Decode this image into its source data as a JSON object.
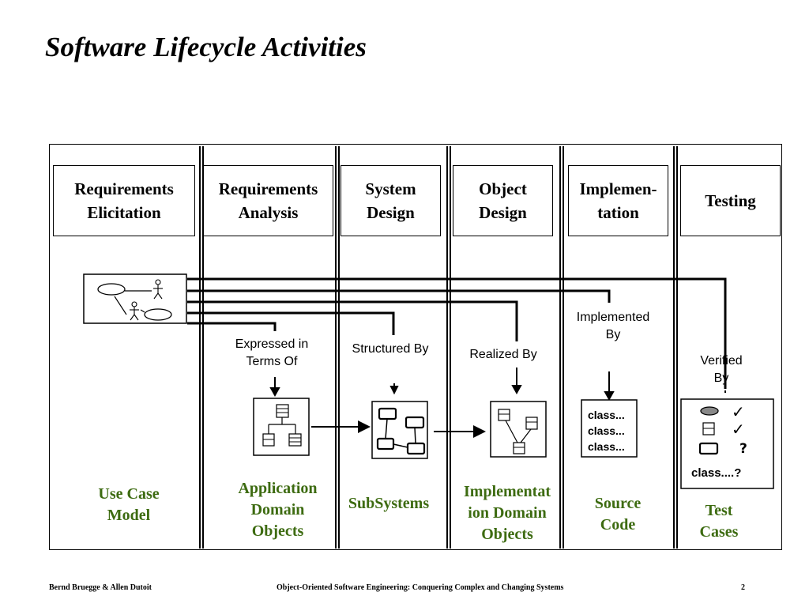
{
  "title": "Software Lifecycle Activities",
  "phases": [
    {
      "label_line1": "Requirements",
      "label_line2": "Elicitation"
    },
    {
      "label_line1": "Requirements",
      "label_line2": "Analysis"
    },
    {
      "label_line1": "System",
      "label_line2": "Design"
    },
    {
      "label_line1": "Object",
      "label_line2": "Design"
    },
    {
      "label_line1": "Implemen-",
      "label_line2": "tation"
    },
    {
      "label_line1": "Testing",
      "label_line2": ""
    }
  ],
  "relations": {
    "expressed_line1": "Expressed in",
    "expressed_line2": "Terms Of",
    "structured": "Structured By",
    "realized": "Realized By",
    "implemented_line1": "Implemented",
    "implemented_line2": "By",
    "verified_line1": "Verified",
    "verified_line2": "By"
  },
  "models": {
    "use_case_line1": "Use Case",
    "use_case_line2": "Model",
    "app_domain_line1": "Application",
    "app_domain_line2": "Domain",
    "app_domain_line3": "Objects",
    "subsystems": "SubSystems",
    "impl_domain_line1": "Implementat",
    "impl_domain_line2": "ion Domain",
    "impl_domain_line3": "Objects",
    "source_code_line1": "Source",
    "source_code_line2": "Code",
    "test_cases_line1": "Test",
    "test_cases_line2": "Cases"
  },
  "source_code_lines": [
    "class...",
    "class...",
    "class..."
  ],
  "test_box": {
    "check_mark": "✓",
    "question_mark": "?",
    "class_line": "class....?"
  },
  "colors": {
    "model_label": "#3d6b11",
    "line": "#000000"
  },
  "footer": {
    "authors": "Bernd Bruegge & Allen Dutoit",
    "book": "Object-Oriented Software Engineering: Conquering Complex and Changing Systems",
    "page": "2"
  }
}
